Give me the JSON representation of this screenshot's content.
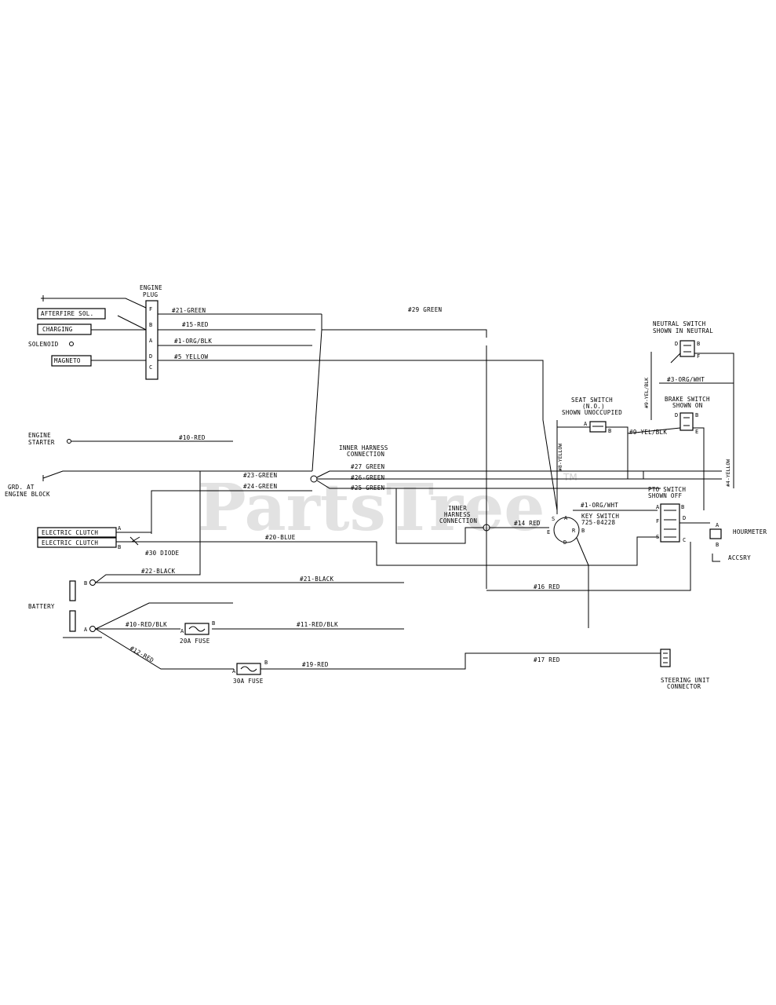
{
  "watermark": {
    "brand": "PartsTree",
    "trademark": "TM"
  },
  "components": {
    "engine_plug": [
      "ENGINE",
      "PLUG"
    ],
    "plug_pins": [
      "F",
      "B",
      "A",
      "D",
      "C"
    ],
    "afterfire": "AFTERFIRE SOL.",
    "charging": "CHARGING",
    "solenoid": "SOLENOID",
    "magneto": "MAGNETO",
    "engine_starter": [
      "ENGINE",
      "STARTER"
    ],
    "grd_engine": [
      "GRD. AT",
      "ENGINE BLOCK"
    ],
    "electric_clutch_1": "ELECTRIC CLUTCH",
    "electric_clutch_2": "ELECTRIC CLUTCH",
    "diode": "#30 DIODE",
    "battery": "BATTERY",
    "fuse_20a": "20A FUSE",
    "fuse_30a": "30A FUSE",
    "inner_harness_1": [
      "INNER HARNESS",
      "CONNECTION"
    ],
    "inner_harness_2": [
      "INNER",
      "HARNESS",
      "CONNECTION"
    ],
    "seat_switch": [
      "SEAT SWITCH",
      "(N.O.)",
      "SHOWN UNOCCUPIED"
    ],
    "neutral_switch": [
      "NEUTRAL SWITCH",
      "SHOWN IN NEUTRAL"
    ],
    "brake_switch": [
      "BRAKE SWITCH",
      "SHOWN ON"
    ],
    "pto_switch": [
      "PTO SWITCH",
      "SHOWN OFF"
    ],
    "key_switch": [
      "KEY SWITCH",
      "725-04228"
    ],
    "hourmeter": "HOURMETER",
    "accsry": "ACCSRY",
    "steering": [
      "STEERING UNIT",
      "CONNECTOR"
    ]
  },
  "wires": {
    "w21_green": "#21-GREEN",
    "w15_red": "#15-RED",
    "w1_org_blk": "#1-ORG/BLK",
    "w5_yellow": "#5 YELLOW",
    "w29_green": "#29 GREEN",
    "w10_red": "#10-RED",
    "w23_green": "#23-GREEN",
    "w24_green": "#24-GREEN",
    "w27_green": "#27 GREEN",
    "w26_green": "#26-GREEN",
    "w25_green": "#25-GREEN",
    "w20_blue": "#20-BLUE",
    "w22_black": "#22-BLACK",
    "w21_black": "#21-BLACK",
    "w10_red_blk": "#10-RED/BLK",
    "w11_red_blk": "#11-RED/BLK",
    "w12_red": "#12-RED",
    "w19_red": "#19-RED",
    "w17_red": "#17 RED",
    "w14_red": "#14 RED",
    "w16_red": "#16 RED",
    "w8_yellow": "#8-YELLOW",
    "w9_yel_blk_v": "#9-YEL/BLK",
    "w9_yel_blk": "#9-YEL/BLK",
    "w3_org_wht": "#3-ORG/WHT",
    "w1_org_wht": "#1-ORG/WHT",
    "w4_yellow": "#4-YELLOW"
  },
  "pin_labels": {
    "a": "A",
    "b": "B",
    "c": "C",
    "d": "D",
    "e": "E",
    "f": "F",
    "s": "S",
    "r": "R"
  }
}
